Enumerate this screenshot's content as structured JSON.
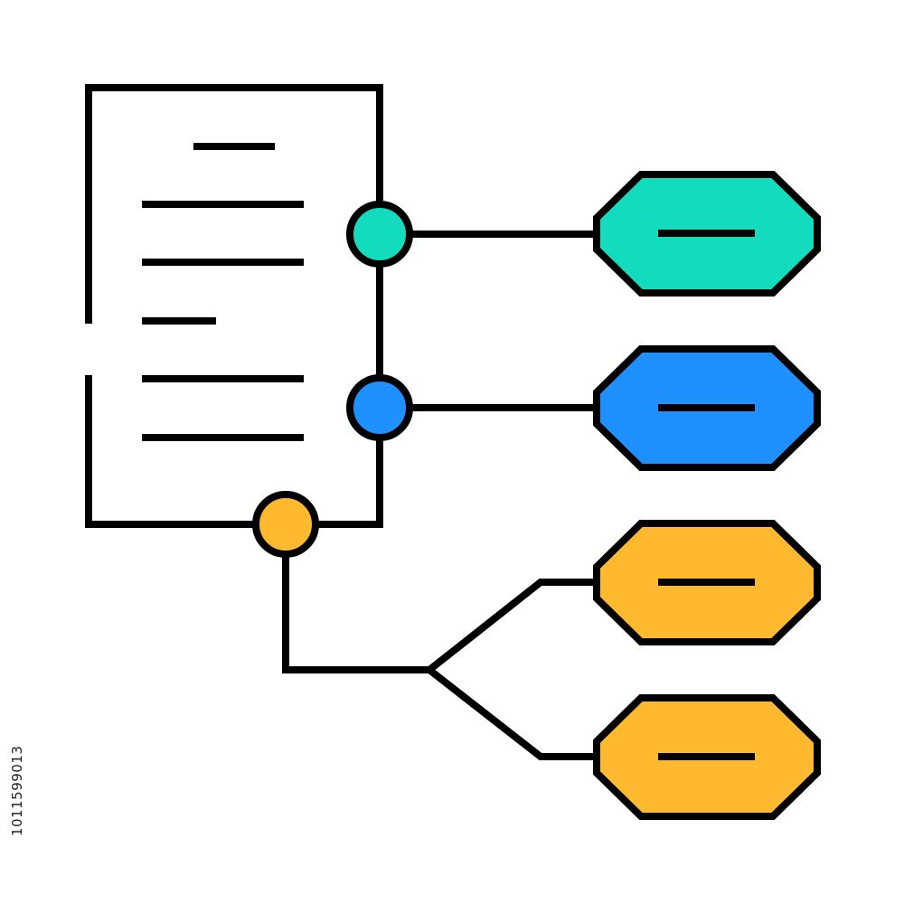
{
  "colors": {
    "stroke": "#000000",
    "teal": "#12dcbd",
    "blue": "#1e90ff",
    "yellow": "#ffb92e",
    "background": "#ffffff"
  },
  "illustration": {
    "document_icon": "document-icon",
    "text_lines_count": 6,
    "nodes": [
      {
        "name": "teal-node",
        "color": "teal"
      },
      {
        "name": "blue-node",
        "color": "blue"
      },
      {
        "name": "yellow-node",
        "color": "yellow"
      }
    ],
    "tags": [
      {
        "name": "teal-tag",
        "color": "teal"
      },
      {
        "name": "blue-tag",
        "color": "blue"
      },
      {
        "name": "yellow-tag-upper",
        "color": "yellow"
      },
      {
        "name": "yellow-tag-lower",
        "color": "yellow"
      }
    ]
  },
  "stock_id": "1011599013"
}
